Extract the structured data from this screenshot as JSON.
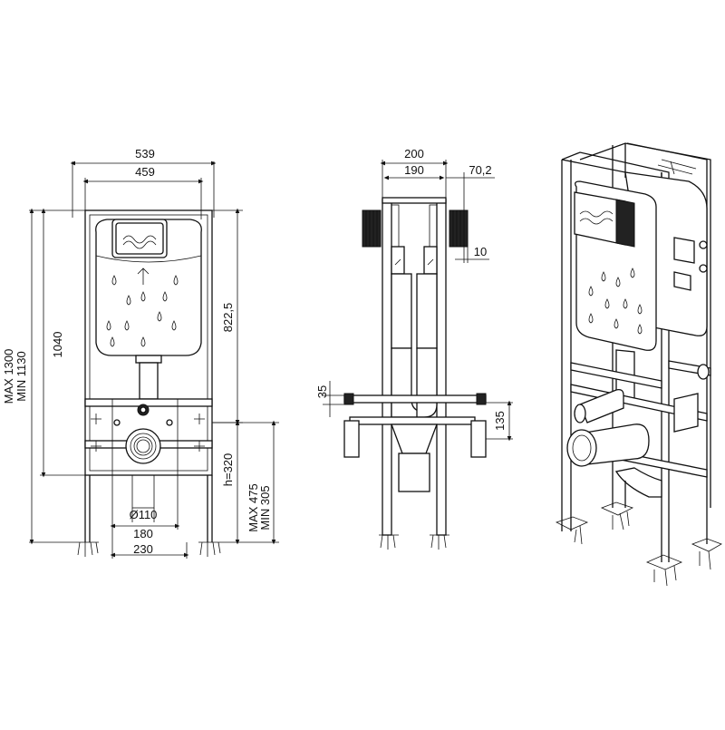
{
  "front_view": {
    "width_total": "539",
    "width_inner": "459",
    "height_total": "1040",
    "height_range_max": "MAX 1300",
    "height_range_min": "MIN 1130",
    "tank_height": "822,5",
    "drain_height": "h=320",
    "outlet_range_max": "MAX 475",
    "outlet_range_min": "MIN 305",
    "pipe_diameter": "Ø110",
    "outlet_spacing": "180",
    "base_width": "230"
  },
  "side_view": {
    "depth_total": "200",
    "depth_inner": "190",
    "offset": "70,2",
    "offset_small": "10",
    "bracket_height": "35",
    "pipe_height": "135"
  },
  "perspective_view": {
    "label": ""
  }
}
